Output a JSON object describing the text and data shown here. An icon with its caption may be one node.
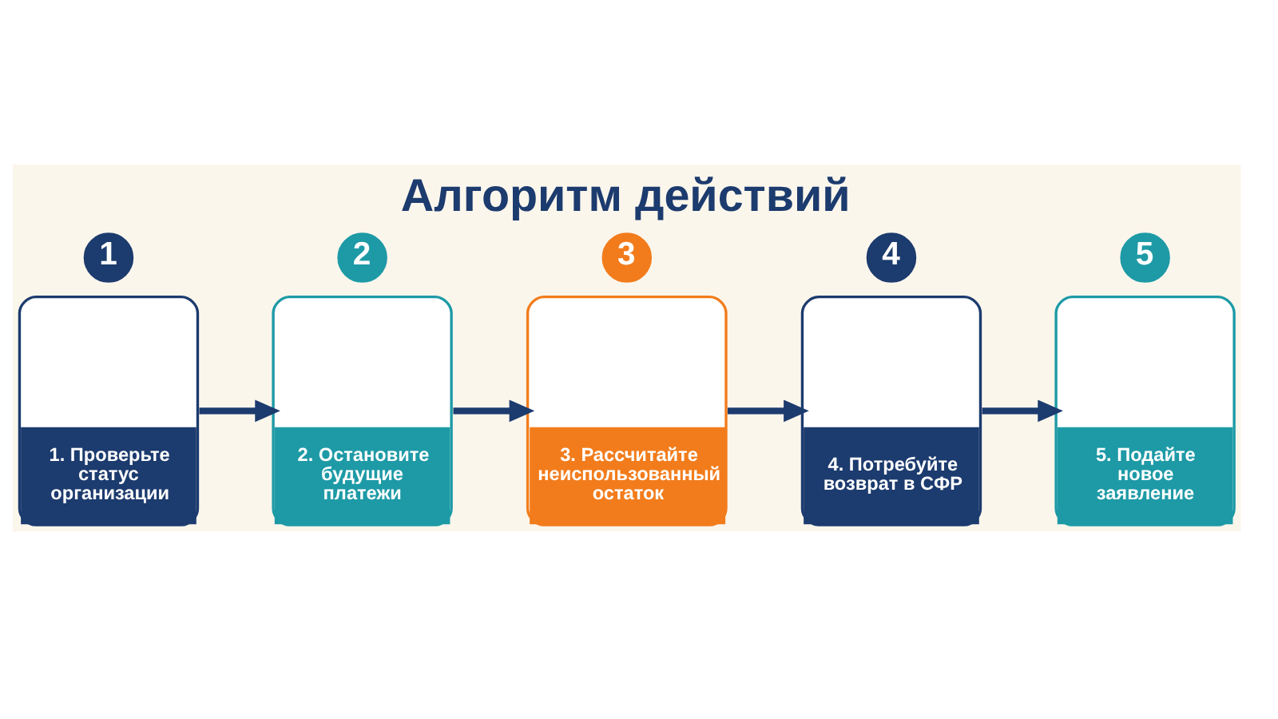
{
  "diagram": {
    "title": "Алгоритм действий",
    "nodes": [
      {
        "text": [
          "1"
        ]
      },
      {
        "text": [
          "1. Проверьте статус организации"
        ]
      },
      {
        "text": [
          "2"
        ]
      },
      {
        "text": [
          "2. Остановите будущие платежи"
        ]
      },
      {
        "text": [
          "3"
        ]
      },
      {
        "text": [
          "3. Рассчитайте неиспользованный остаток"
        ]
      },
      {
        "text": [
          "4"
        ]
      },
      {
        "text": [
          "4. Потребуйте возврат в СФР"
        ]
      },
      {
        "text": [
          "5"
        ]
      },
      {
        "text": [
          "5. Подайте новое заявление"
        ]
      }
    ],
    "edges": [
      {
        "from": 1,
        "to": 3,
        "arrow": "to"
      },
      {
        "from": 3,
        "to": 5,
        "arrow": "to"
      },
      {
        "from": 5,
        "to": 7,
        "arrow": "to"
      },
      {
        "from": 7,
        "to": 9,
        "arrow": "to"
      }
    ]
  }
}
